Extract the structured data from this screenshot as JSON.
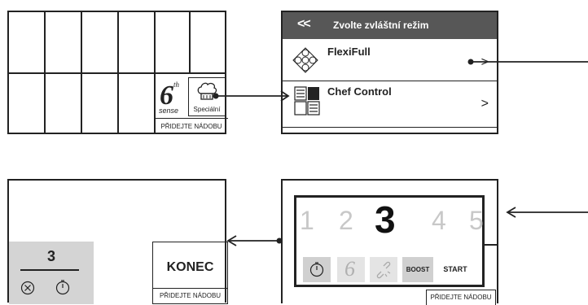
{
  "panel_grid": {
    "special_label": "Speciální",
    "sixth_superscript": "th",
    "sixth_digit": "6",
    "sixth_word": "sense",
    "add_dish_label": "PŘIDEJTE NÁDOBU"
  },
  "panel_menu": {
    "back_label": "<<",
    "title": "Zvolte zvláštní režim",
    "items": [
      {
        "label": "FlexiFull",
        "chevron": ">"
      },
      {
        "label": "Chef Control",
        "chevron": ">"
      }
    ]
  },
  "panel_timer": {
    "value": "3",
    "konec_label": "KONEC",
    "add_dish_label": "PŘIDEJTE NÁDOBU"
  },
  "panel_level": {
    "levels": [
      "1",
      "2",
      "3",
      "4",
      "5"
    ],
    "active_level": "3",
    "boost_label": "BOOST",
    "start_label": "START",
    "add_dish_label": "PŘIDEJTE NÁDOBU"
  },
  "colors": {
    "header_bg": "#575757",
    "tile_gray": "#d0d0d0",
    "inactive_digit": "#c8c8c8"
  }
}
